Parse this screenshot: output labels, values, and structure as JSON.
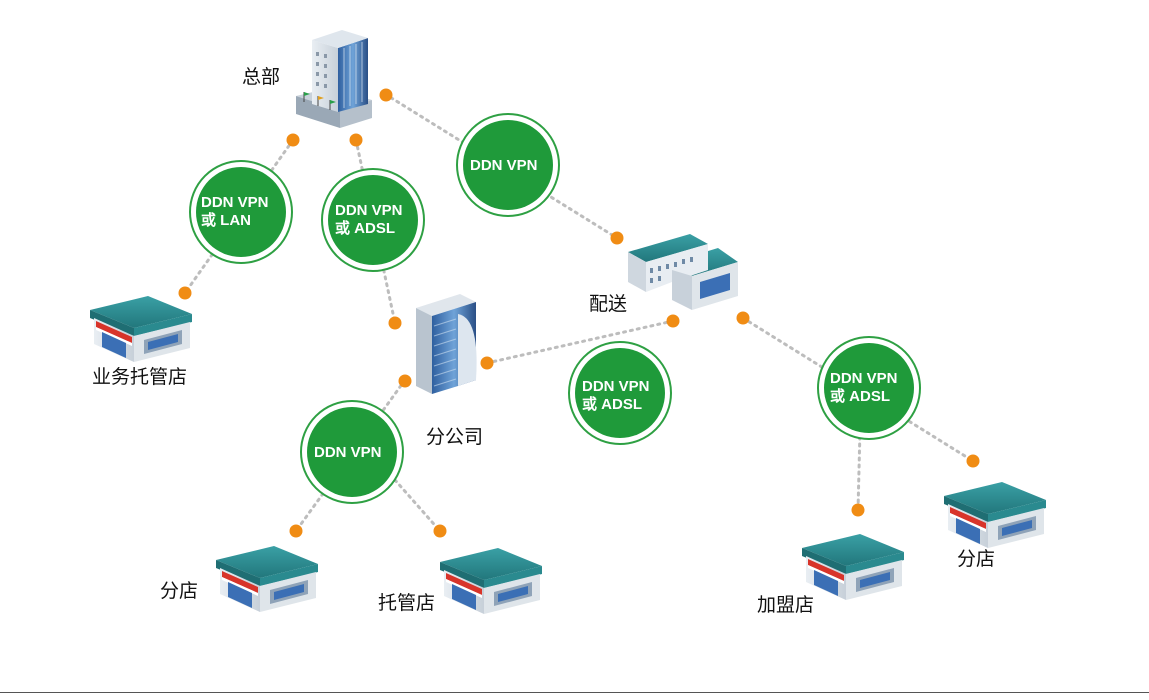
{
  "nodes": {
    "hq": {
      "label": "总部"
    },
    "mission_store": {
      "label": "业务托管店"
    },
    "branch_company": {
      "label": "分公司"
    },
    "distribution": {
      "label": "配送"
    },
    "branch_store_left": {
      "label": "分店"
    },
    "hosted_store": {
      "label": "托管店"
    },
    "franchise_store": {
      "label": "加盟店"
    },
    "branch_store_right": {
      "label": "分店"
    }
  },
  "links": [
    {
      "line1": "DDN VPN",
      "line2": "或 LAN"
    },
    {
      "line1": "DDN VPN",
      "line2": "或 ADSL"
    },
    {
      "line1": "DDN VPN",
      "line2": ""
    },
    {
      "line1": "DDN VPN",
      "line2": "或 ADSL"
    },
    {
      "line1": "DDN VPN",
      "line2": "或 ADSL"
    },
    {
      "line1": "DDN VPN",
      "line2": ""
    }
  ],
  "colors": {
    "link_circle": "#1f9a3a",
    "link_ring": "#2ea043",
    "connector_dot": "#f08c14",
    "connector_line": "#bdbdbd",
    "roof_teal": "#2a8a8f",
    "awning_red": "#d8342a",
    "glass_blue": "#3b6fb5"
  },
  "icons": {
    "hq": "skyscraper-icon",
    "distribution": "warehouse-icon",
    "branch_company": "office-tower-icon",
    "stores": "storefront-icon"
  }
}
